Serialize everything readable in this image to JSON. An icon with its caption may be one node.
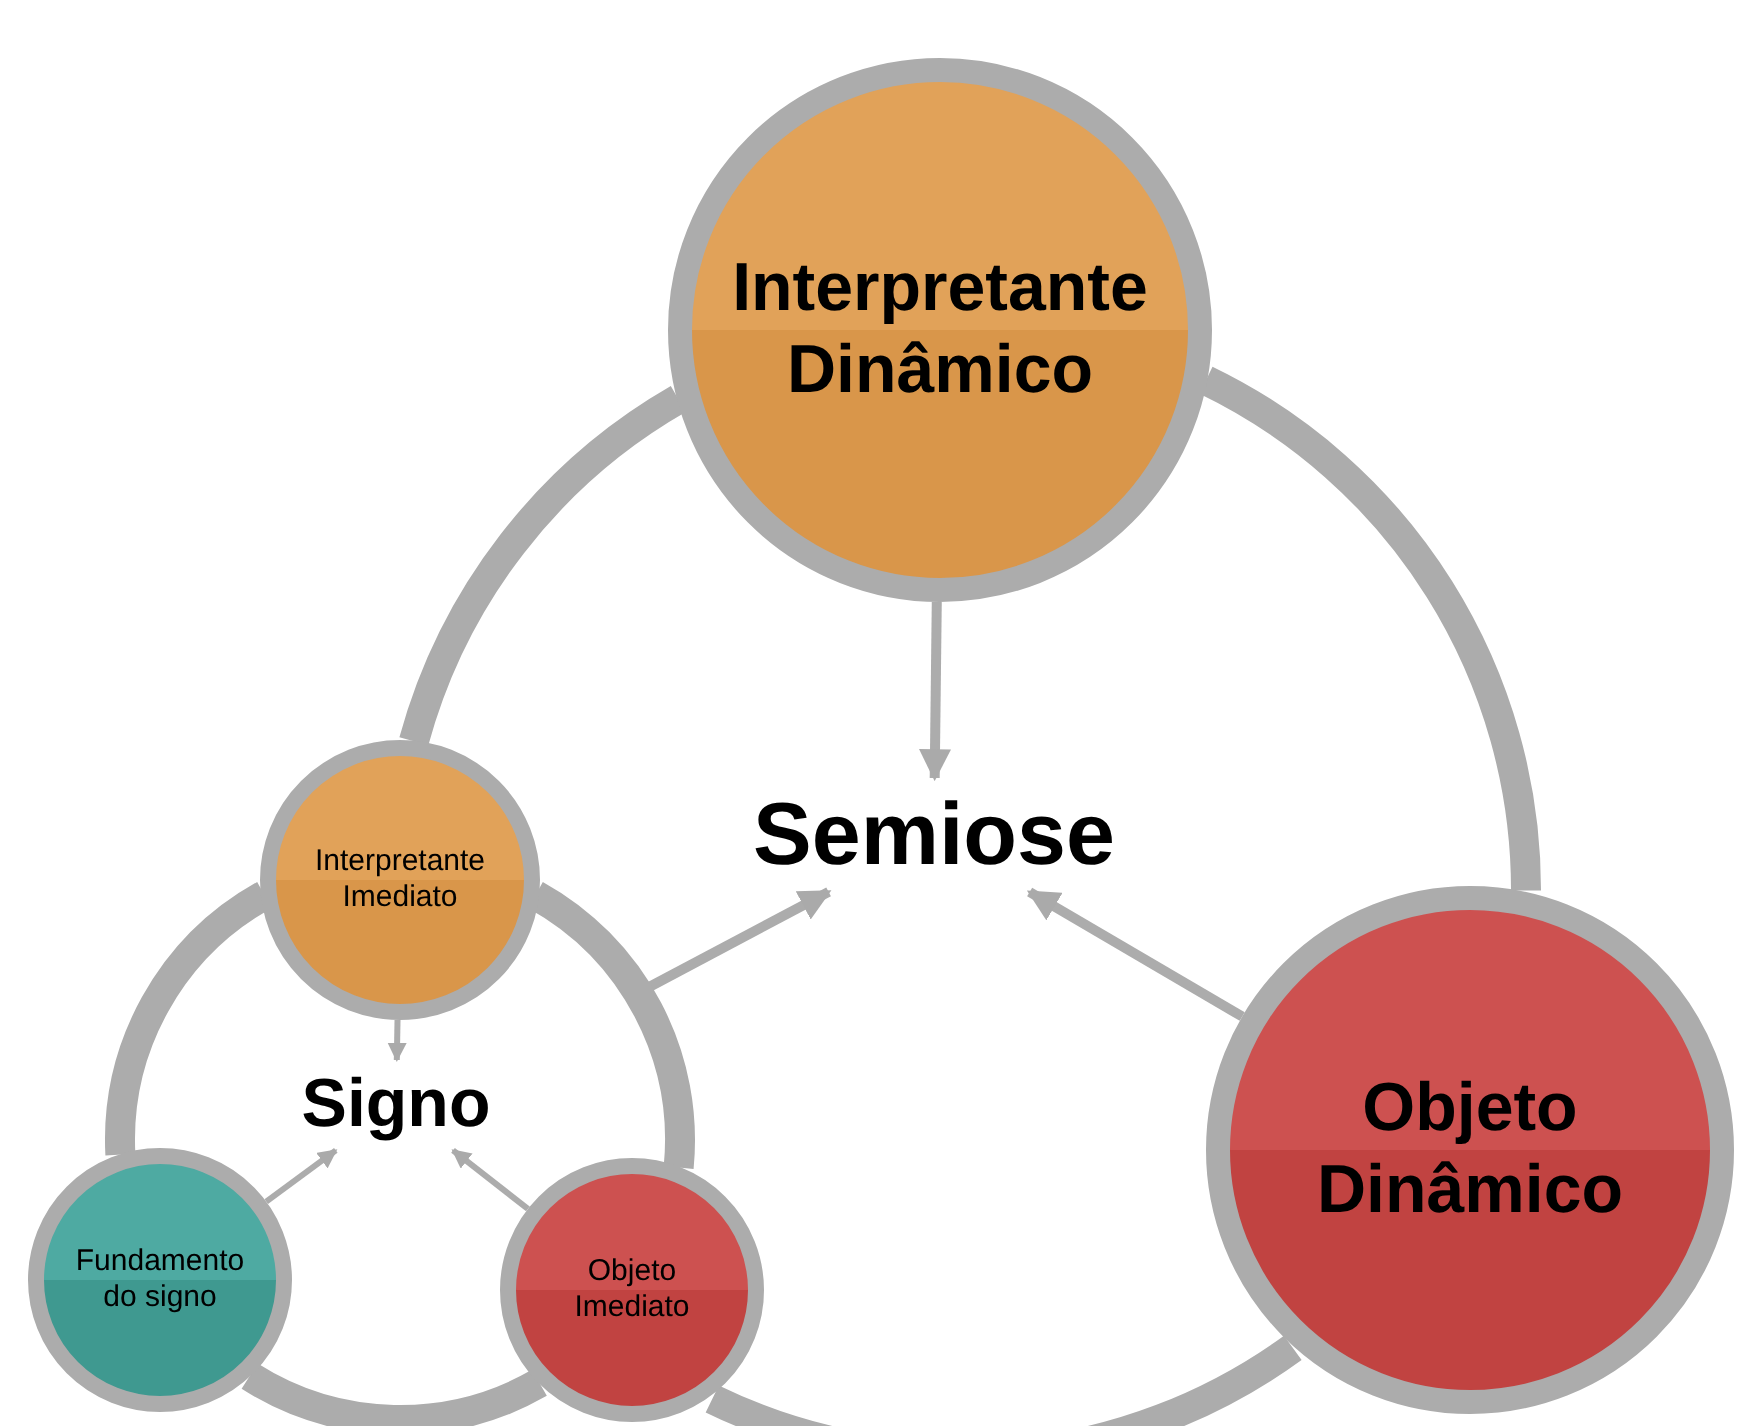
{
  "diagram": {
    "nodes": [
      {
        "text": [
          "Interpretante Dinâmico"
        ]
      },
      {
        "text": [
          "Semiose"
        ]
      },
      {
        "text": [
          "Objeto Dinâmico"
        ]
      },
      {
        "text": [
          "Interpretante Imediato"
        ]
      },
      {
        "text": [
          "Signo"
        ]
      },
      {
        "text": [
          "Fundamento do signo"
        ]
      },
      {
        "text": [
          "Objeto Imediato"
        ]
      }
    ],
    "edges": [
      {
        "from": 0,
        "to": 1,
        "arrow": "to"
      },
      {
        "from": 2,
        "to": 1,
        "arrow": "to"
      },
      {
        "from": null,
        "to": 1,
        "arrow": "to"
      },
      {
        "from": 3,
        "to": 4,
        "arrow": "to"
      },
      {
        "from": 5,
        "to": 4,
        "arrow": "to"
      },
      {
        "from": 6,
        "to": 4,
        "arrow": "to"
      },
      {
        "from": 0,
        "to": 2,
        "arrow": "none",
        "style": "thick"
      },
      {
        "from": 2,
        "to": 6,
        "arrow": "none",
        "style": "thick"
      },
      {
        "from": 3,
        "to": 0,
        "arrow": "none",
        "style": "thick"
      },
      {
        "from": 3,
        "to": 5,
        "arrow": "none",
        "style": "thick"
      },
      {
        "from": 5,
        "to": 6,
        "arrow": "none",
        "style": "thick"
      },
      {
        "from": 6,
        "to": 3,
        "arrow": "none",
        "style": "thick"
      }
    ]
  }
}
